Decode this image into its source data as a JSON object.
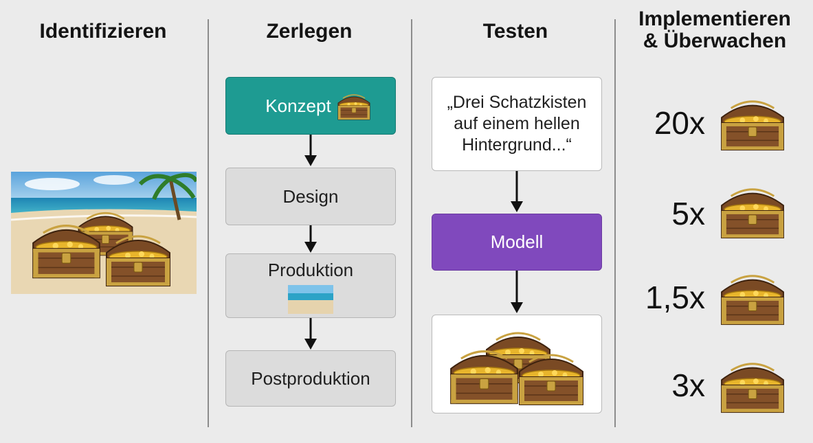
{
  "columns": {
    "identify": {
      "title": "Identifizieren"
    },
    "decompose": {
      "title": "Zerlegen",
      "steps": [
        "Konzept",
        "Design",
        "Produktion",
        "Postproduktion"
      ]
    },
    "test": {
      "title": "Testen",
      "prompt": "„Drei Schatzkisten auf einem hellen Hintergrund...“",
      "model": "Modell"
    },
    "deploy": {
      "title_line1": "Implementieren",
      "title_line2": "& Überwachen",
      "multipliers": [
        "20x",
        "5x",
        "1,5x",
        "3x"
      ]
    }
  },
  "colors": {
    "teal": "#1e9b92",
    "purple": "#8049bd",
    "box_gray": "#dcdcdc",
    "background": "#ebebeb"
  }
}
